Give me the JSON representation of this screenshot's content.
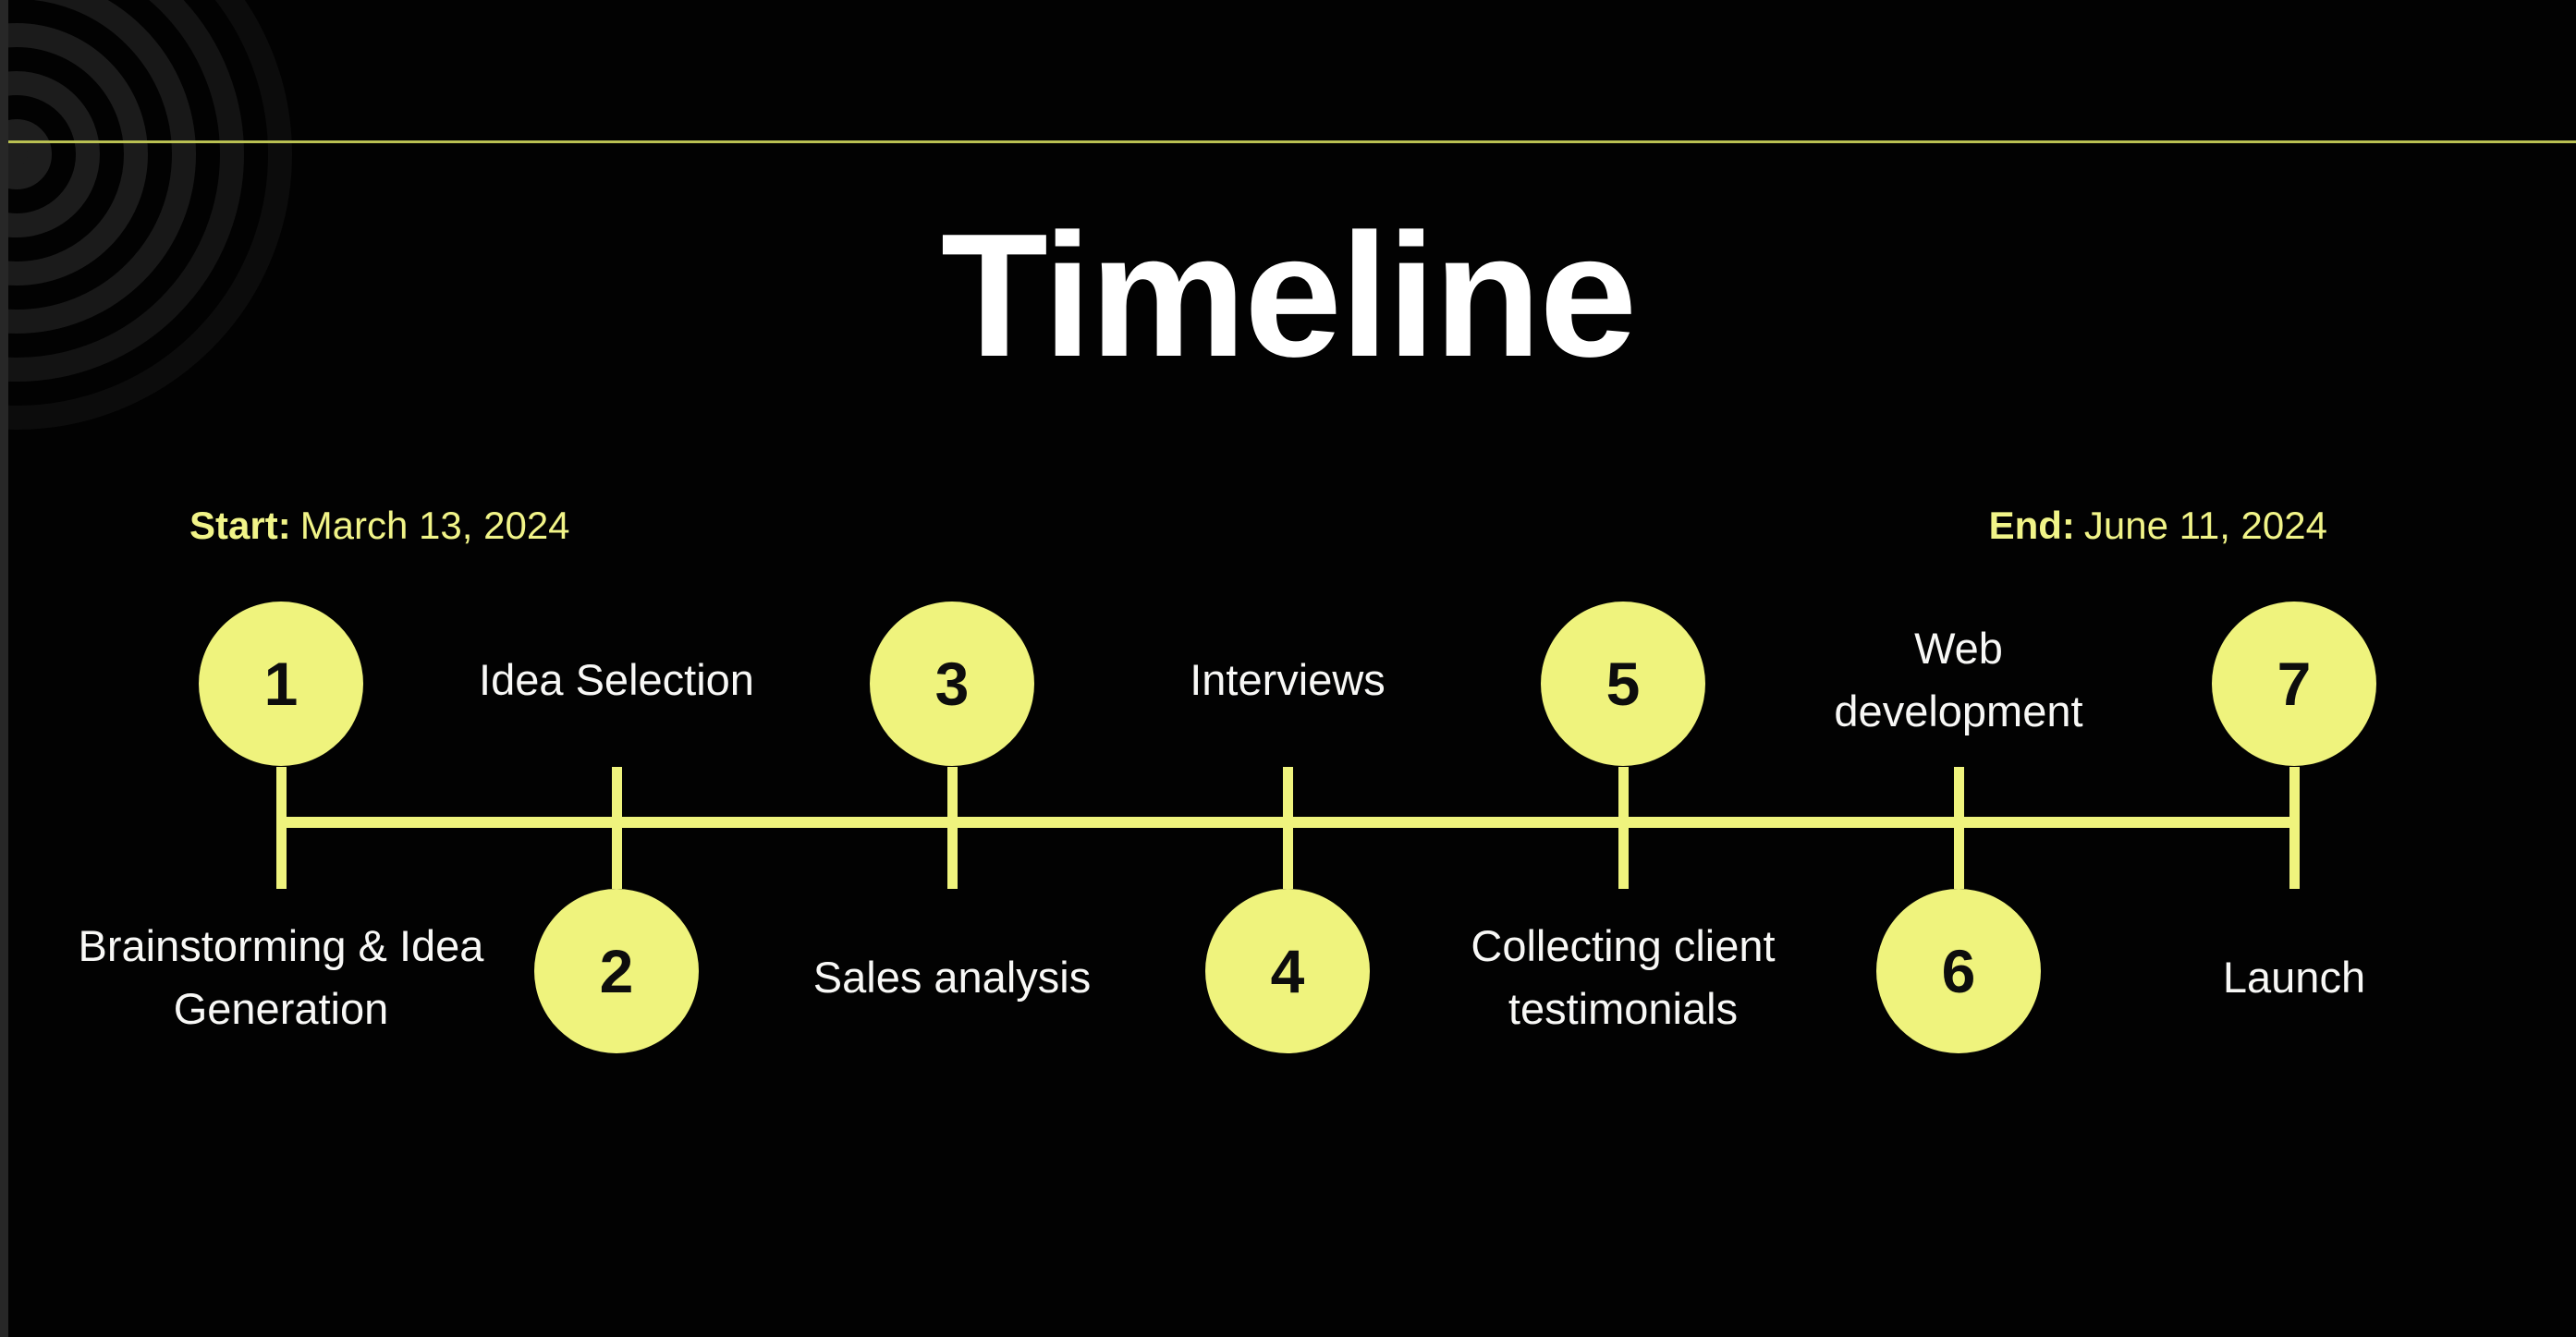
{
  "slide": {
    "title": "Timeline"
  },
  "dates": {
    "start_label": "Start:",
    "start_value": "March 13, 2024",
    "end_label": "End:",
    "end_value": "June 11, 2024"
  },
  "timeline": {
    "milestones": [
      {
        "number": "1",
        "label": "Brainstorming & Idea Generation",
        "circle_row": "top",
        "label_position": "below"
      },
      {
        "number": "2",
        "label": "Idea Selection",
        "circle_row": "bottom",
        "label_position": "above"
      },
      {
        "number": "3",
        "label": "Sales analysis",
        "circle_row": "top",
        "label_position": "below"
      },
      {
        "number": "4",
        "label": "Interviews",
        "circle_row": "bottom",
        "label_position": "above"
      },
      {
        "number": "5",
        "label": "Collecting client testimonials",
        "circle_row": "top",
        "label_position": "below"
      },
      {
        "number": "6",
        "label": "Web development",
        "circle_row": "bottom",
        "label_position": "above"
      },
      {
        "number": "7",
        "label": "Launch",
        "circle_row": "top",
        "label_position": "below"
      }
    ]
  },
  "decor": {
    "top_left": "concentric-rings",
    "accent_divider": "thin-horizontal-line"
  },
  "colors": {
    "accent": "#eff37d",
    "accent_dim": "#b9c052",
    "background": "#020202",
    "strip": "#272727",
    "ring": "#1e1e1e",
    "title_color": "#ffffff",
    "label_color": "#f8f8f6",
    "number_color": "#0d0d0d",
    "date_color": "#f1f488"
  }
}
